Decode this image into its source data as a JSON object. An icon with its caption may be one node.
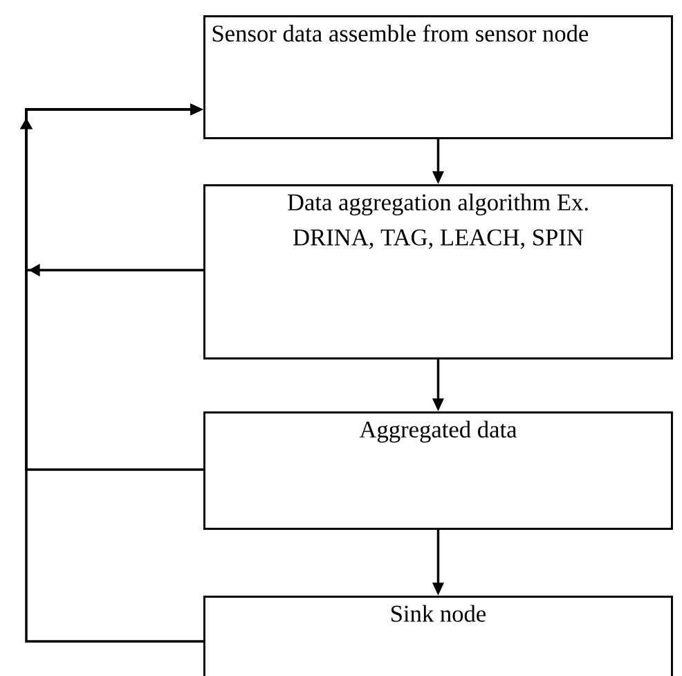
{
  "diagram": {
    "nodes": [
      {
        "text": [
          "Sensor data assemble from sensor node"
        ]
      },
      {
        "text": [
          "Data aggregation algorithm Ex. DRINA, TAG, LEACH, SPIN"
        ]
      },
      {
        "text": [
          "Aggregated data"
        ]
      },
      {
        "text": [
          "Sink node"
        ]
      }
    ],
    "edges": [
      {
        "from": 0,
        "to": 1,
        "arrow": "to"
      },
      {
        "from": 1,
        "to": 2,
        "arrow": "to"
      },
      {
        "from": 2,
        "to": 3,
        "arrow": "to"
      },
      {
        "from": 1,
        "to": 0,
        "arrow": "to"
      },
      {
        "from": 2,
        "to": 0,
        "arrow": "to"
      },
      {
        "from": 3,
        "to": 0,
        "arrow": "to"
      }
    ]
  }
}
